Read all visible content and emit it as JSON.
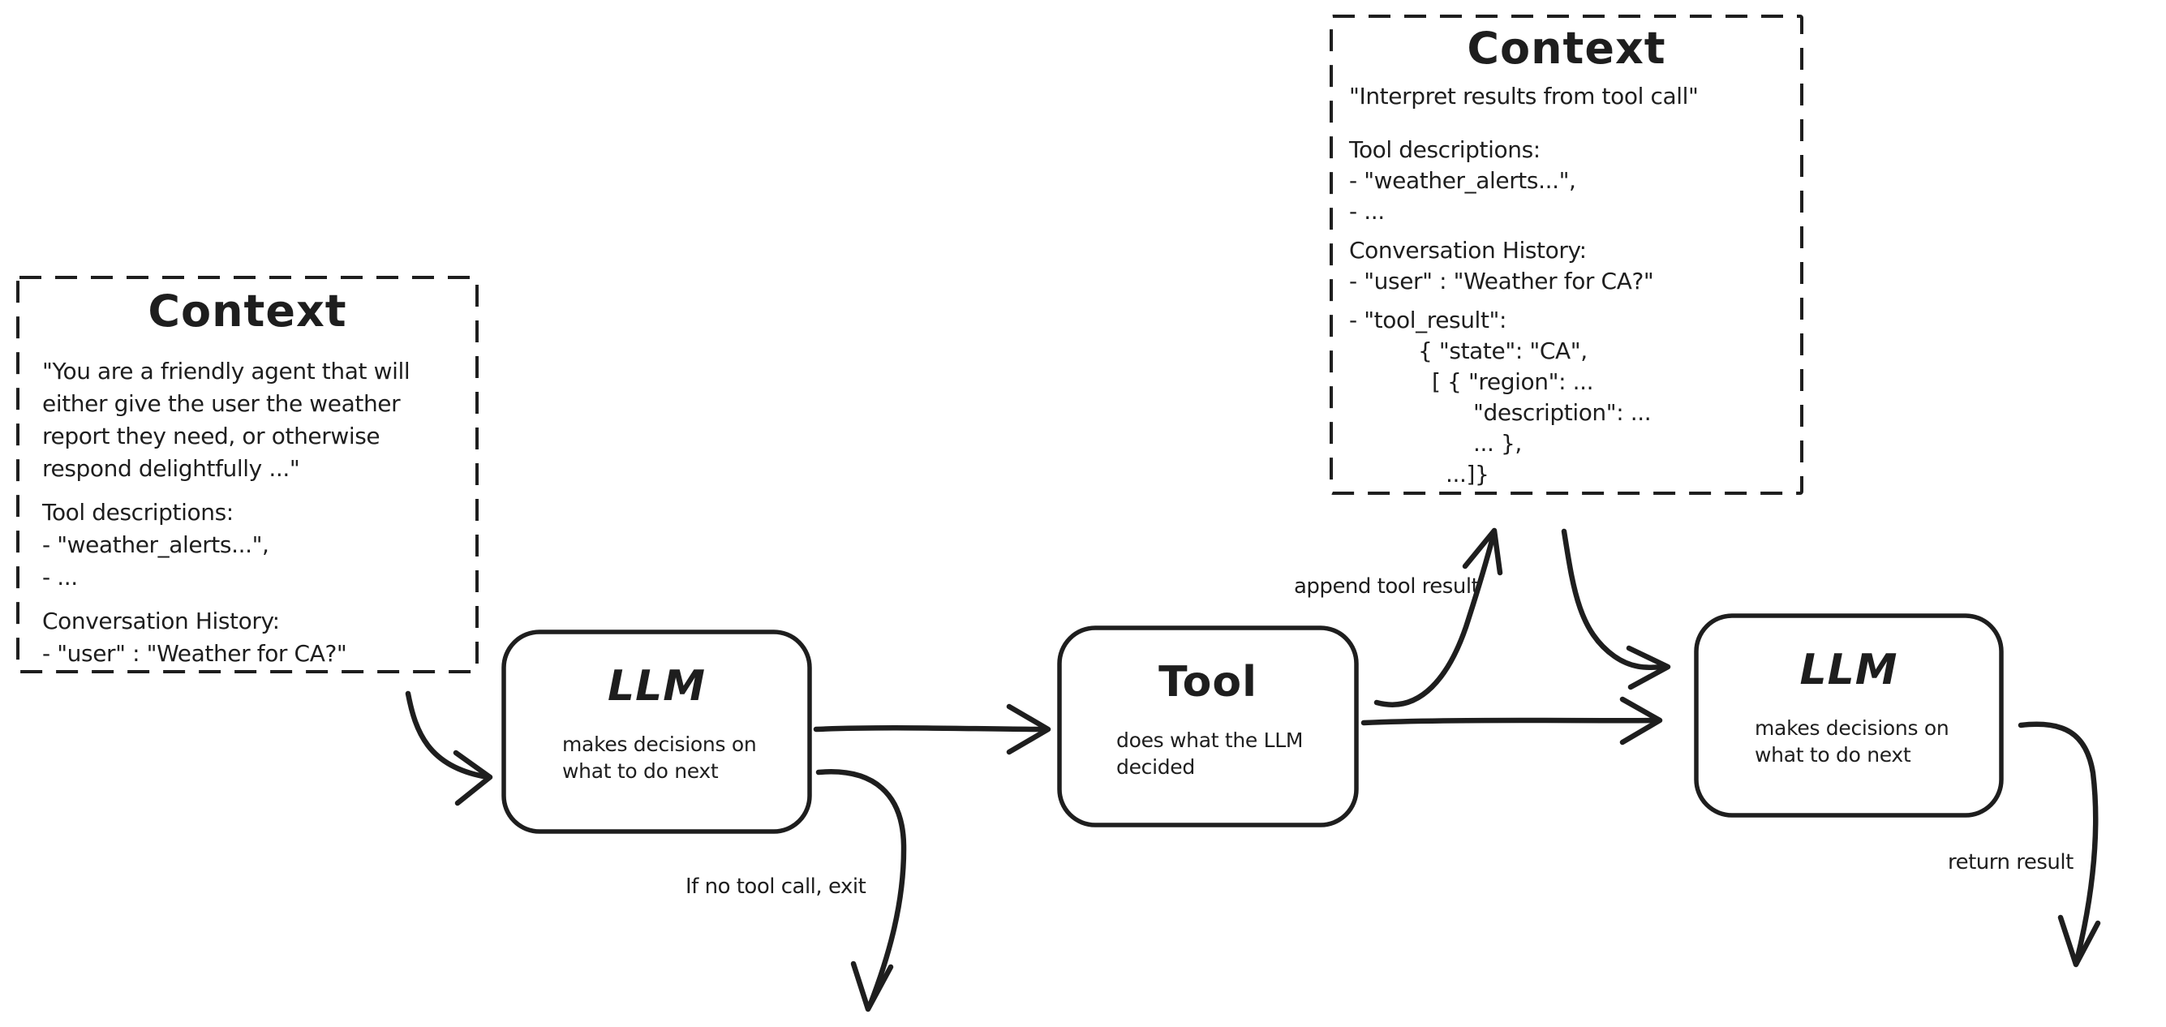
{
  "canvas": {
    "stroke_color": "#1e1e1e",
    "background_color": "#ffffff"
  },
  "nodes": {
    "context_left": {
      "title": "Context",
      "paragraphs": [
        "\"You are a friendly agent that will\neither give the user the weather\nreport they need, or otherwise\nrespond delightfully ...\"",
        "Tool descriptions:\n- \"weather_alerts...\",\n- ...",
        "Conversation History:\n- \"user\" : \"Weather for CA?\""
      ]
    },
    "context_top": {
      "title": "Context",
      "paragraphs": [
        "\"Interpret results from tool call\"",
        "Tool descriptions:\n- \"weather_alerts...\",\n- ...",
        "Conversation History:\n- \"user\" : \"Weather for CA?\"",
        "- \"tool_result\":\n          { \"state\": \"CA\",\n            [ { \"region\": ...\n                  \"description\": ...\n                  ... },\n              ...]}"
      ]
    },
    "llm_first": {
      "title": "LLM",
      "subtitle": "makes decisions on\nwhat to do next"
    },
    "tool": {
      "title": "Tool",
      "subtitle": "does what the LLM\ndecided"
    },
    "llm_second": {
      "title": "LLM",
      "subtitle": "makes decisions on\nwhat to do next"
    }
  },
  "edge_labels": {
    "append_tool_result": "append tool result",
    "no_tool_call_exit": "If no tool call, exit",
    "return_result": "return result"
  }
}
